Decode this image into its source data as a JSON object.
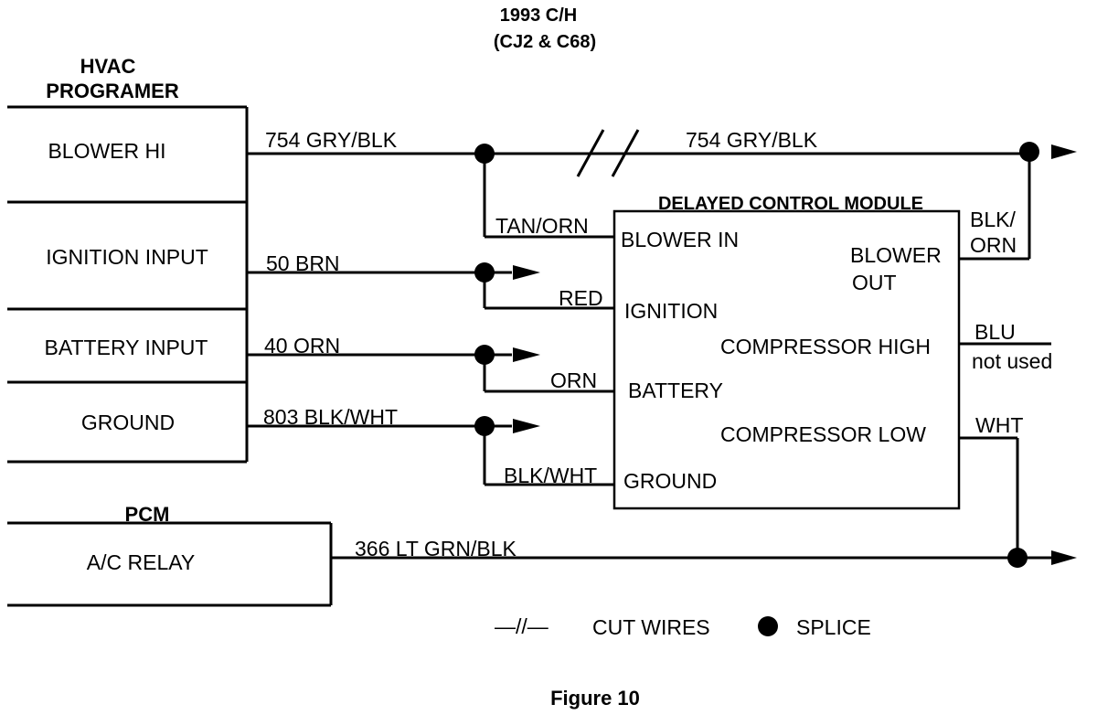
{
  "header": {
    "title": "1993 C/H",
    "subtitle": "(CJ2 & C68)"
  },
  "programmer": {
    "title_line1": "HVAC",
    "title_line2": "PROGRAMER",
    "rows": [
      "BLOWER HI",
      "IGNITION INPUT",
      "BATTERY INPUT",
      "GROUND"
    ]
  },
  "pcm": {
    "title": "PCM",
    "row": "A/C RELAY"
  },
  "module": {
    "title": "DELAYED CONTROL MODULE",
    "inputs": [
      "BLOWER IN",
      "IGNITION",
      "BATTERY",
      "GROUND"
    ],
    "outputs": {
      "blower_out_line1": "BLOWER",
      "blower_out_line2": "OUT",
      "compressor_high": "COMPRESSOR HIGH",
      "compressor_low": "COMPRESSOR LOW"
    }
  },
  "wires": {
    "blower_hi_left": "754 GRY/BLK",
    "blower_hi_right": "754 GRY/BLK",
    "ignition": "50 BRN",
    "battery": "40 ORN",
    "ground": "803 BLK/WHT",
    "ac_relay": "366 LT GRN/BLK",
    "tan_orn": "TAN/ORN",
    "red": "RED",
    "orn": "ORN",
    "blk_wht": "BLK/WHT",
    "blk_orn_line1": "BLK/",
    "blk_orn_line2": "ORN",
    "blu": "BLU",
    "not_used": "not used",
    "wht": "WHT"
  },
  "legend": {
    "cut_symbol": "—//—",
    "cut_label": "CUT WIRES",
    "splice_label": "SPLICE"
  },
  "caption": "Figure 10"
}
